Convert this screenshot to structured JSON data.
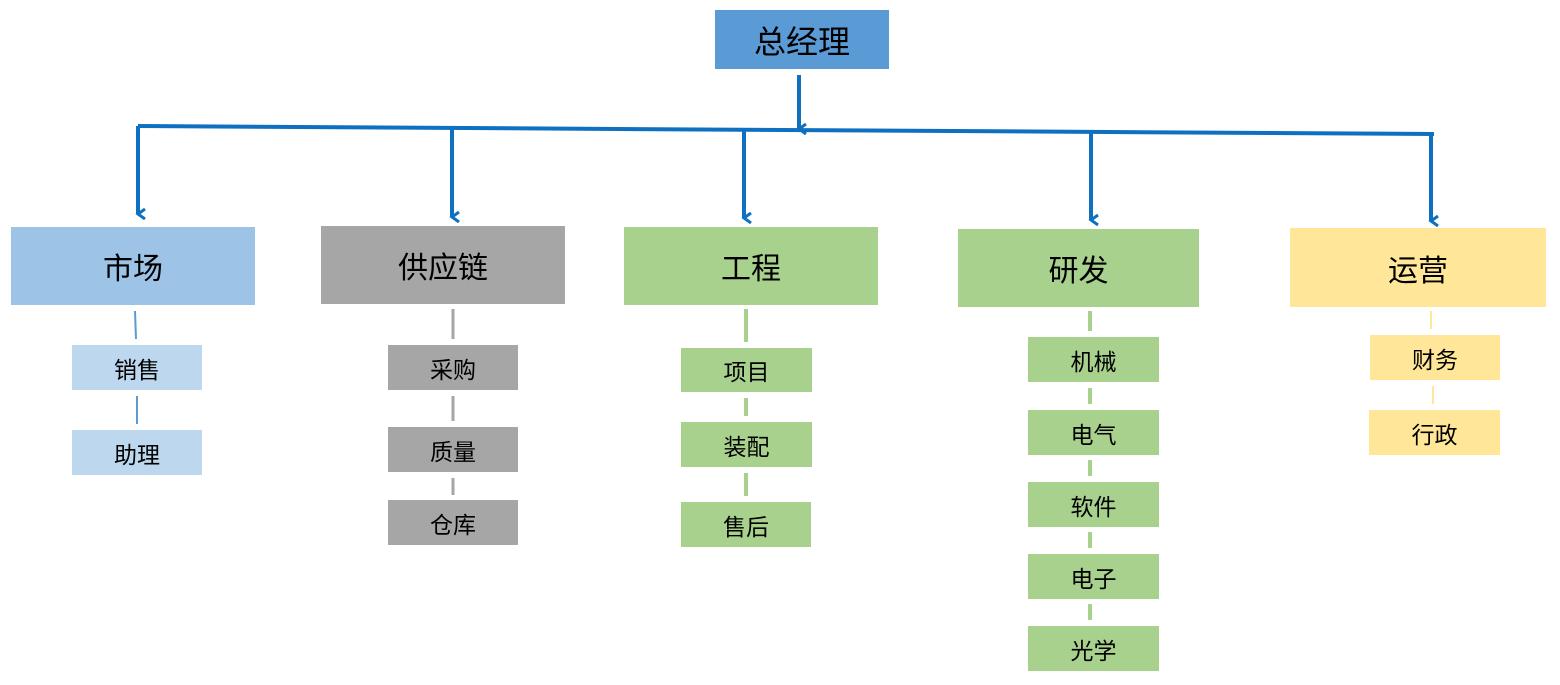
{
  "root": {
    "label": "总经理"
  },
  "departments": [
    {
      "label": "市场",
      "color": "#9dc3e6",
      "units": [
        "销售",
        "助理"
      ]
    },
    {
      "label": "供应链",
      "color": "#a6a6a6",
      "units": [
        "采购",
        "质量",
        "仓库"
      ]
    },
    {
      "label": "工程",
      "color": "#a9d18e",
      "units": [
        "项目",
        "装配",
        "售后"
      ]
    },
    {
      "label": "研发",
      "color": "#a9d18e",
      "units": [
        "机械",
        "电气",
        "软件",
        "电子",
        "光学"
      ]
    },
    {
      "label": "运营",
      "color": "#ffe699",
      "units": [
        "财务",
        "行政"
      ]
    }
  ],
  "colors": {
    "root": "#5b9bd5",
    "arrow": "#0e70c0"
  }
}
